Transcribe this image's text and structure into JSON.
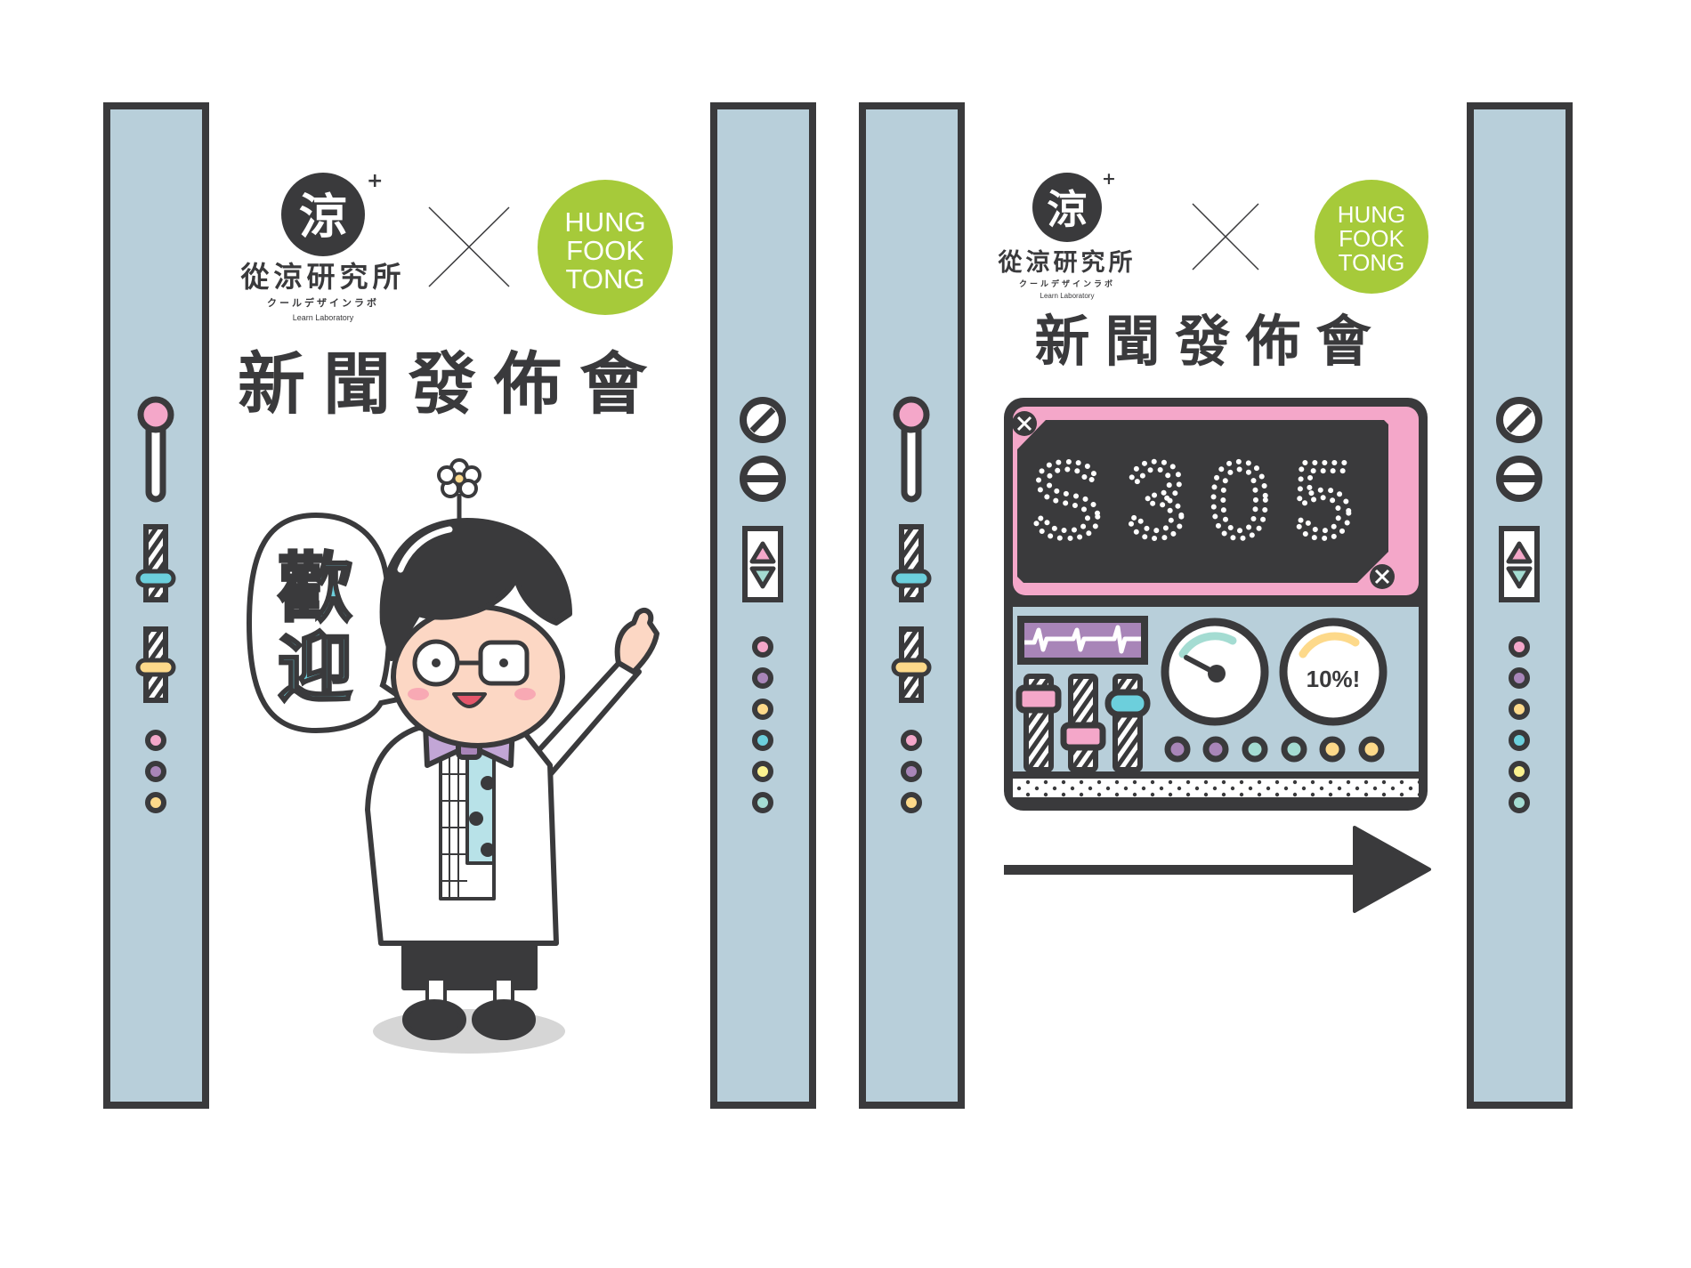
{
  "colors": {
    "dark": "#3a3a3c",
    "panel_blue": "#b8cfda",
    "pink": "#f4a7c9",
    "purple": "#a885b8",
    "yellow": "#fdd98a",
    "cyan": "#6ccfdc",
    "mint": "#a4dcd2",
    "green": "#a6ca3a"
  },
  "left_sign": {
    "logo_char": "涼",
    "logo_plus": "+",
    "logo_name": "從涼研究所",
    "logo_kana": "クールデザインラボ",
    "logo_en": "Learn Laboratory",
    "partner": [
      "HUNG",
      "FOOK",
      "TONG"
    ],
    "headline": "新聞發佈會",
    "welcome": [
      "歡",
      "迎"
    ]
  },
  "right_sign": {
    "logo_char": "涼",
    "logo_plus": "+",
    "logo_name": "從涼研究所",
    "logo_kana": "クールデザインラボ",
    "logo_en": "Learn Laboratory",
    "partner": [
      "HUNG",
      "FOOK",
      "TONG"
    ],
    "headline": "新聞發佈會",
    "room": "S305",
    "gauge_label": "10%!",
    "direction": "arrow-right-icon"
  }
}
